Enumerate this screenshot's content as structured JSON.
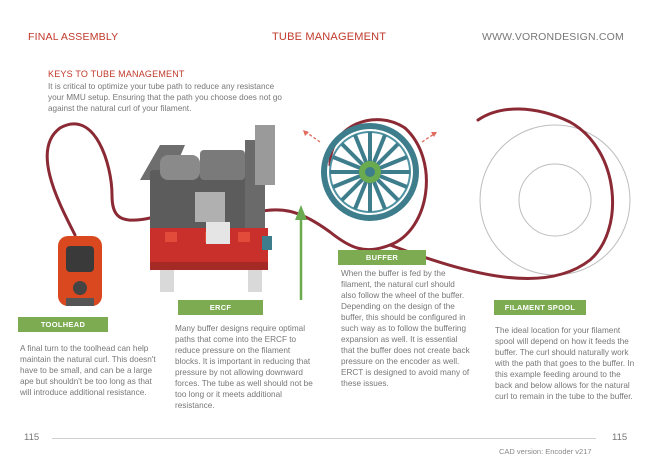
{
  "header": {
    "left": "FINAL ASSEMBLY",
    "center": "TUBE MANAGEMENT",
    "right": "WWW.VORONDESIGN.COM"
  },
  "keys": {
    "title": "KEYS TO TUBE MANAGEMENT",
    "body": "It is critical to optimize your tube path to reduce any resistance your MMU setup. Ensuring that the path you choose does not go against the natural curl of your filament."
  },
  "sections": {
    "toolhead": {
      "label": "TOOLHEAD",
      "text": "A final turn to the toolhead can help maintain the natural curl. This doesn't have to be small, and can be a large ape but shouldn't be too long as that will introduce additional resistance."
    },
    "ercf": {
      "label": "ERCF",
      "text": "Many buffer designs require optimal paths that come into the ERCF to reduce pressure on the filament blocks. It is important in reducing that pressure by not allowing downward forces. The tube as well should not be too long or it meets additional resistance."
    },
    "buffer": {
      "label": "BUFFER",
      "text": "When the buffer is fed by the filament, the natural curl should also follow the wheel of the buffer. Depending on the design of the buffer, this should be configured in such way as to follow the buffering expansion as well. It is essential that the buffer does not create back pressure on the encoder as well. ERCT is designed to avoid many of these issues."
    },
    "spool": {
      "label": "FILAMENT SPOOL",
      "text": "The ideal location for your filament spool will depend on how it feeds the buffer. The curl should naturally work with the path that goes to the buffer. In this example feeding around to the back and below allows for the natural curl to remain in the tube to the buffer."
    }
  },
  "footer": {
    "page_left": "115",
    "page_right": "115",
    "cad_version": "CAD version: Encoder v217"
  },
  "colors": {
    "accent_red": "#c0392b",
    "tag_green": "#7cab52",
    "tube": "#8b2a35",
    "wheel": "#3d7d8c"
  }
}
